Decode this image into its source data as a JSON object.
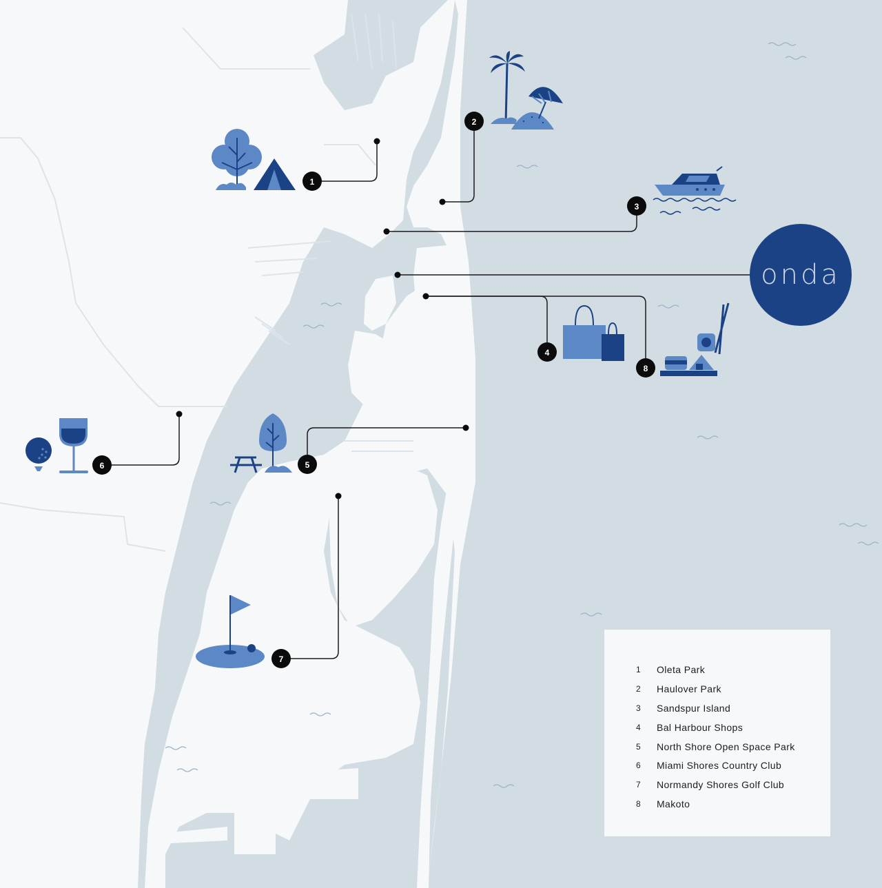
{
  "brand": {
    "name": "onda"
  },
  "colors": {
    "water": "#d1dce3",
    "land": "#f7f8fa",
    "street": "#dfe6ec",
    "icon_dark": "#1b4285",
    "icon_light": "#5d88c6",
    "marker": "#0b0b0b",
    "line": "#1a1a1a"
  },
  "markers": [
    {
      "id": "1",
      "label": "1"
    },
    {
      "id": "2",
      "label": "2"
    },
    {
      "id": "3",
      "label": "3"
    },
    {
      "id": "4",
      "label": "4"
    },
    {
      "id": "5",
      "label": "5"
    },
    {
      "id": "6",
      "label": "6"
    },
    {
      "id": "7",
      "label": "7"
    },
    {
      "id": "8",
      "label": "8"
    }
  ],
  "legend": {
    "items": [
      {
        "num": "1",
        "label": "Oleta Park"
      },
      {
        "num": "2",
        "label": "Haulover Park"
      },
      {
        "num": "3",
        "label": "Sandspur Island"
      },
      {
        "num": "4",
        "label": "Bal Harbour Shops"
      },
      {
        "num": "5",
        "label": "North Shore Open Space Park"
      },
      {
        "num": "6",
        "label": "Miami Shores Country Club"
      },
      {
        "num": "7",
        "label": "Normandy Shores Golf Club"
      },
      {
        "num": "8",
        "label": "Makoto"
      }
    ]
  },
  "icons": [
    "tree-icon",
    "tent-icon",
    "palm-tree-icon",
    "beach-umbrella-icon",
    "boat-icon",
    "shopping-bags-icon",
    "sushi-icon",
    "golf-ball-icon",
    "wine-glass-icon",
    "picnic-table-icon",
    "golf-flag-icon"
  ]
}
